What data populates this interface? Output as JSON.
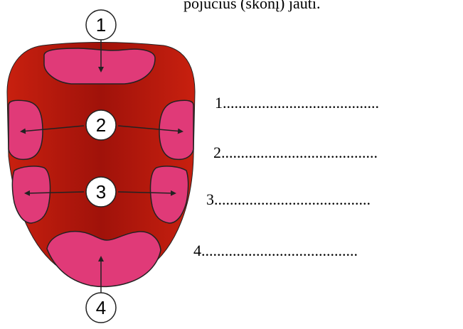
{
  "header": {
    "text": "pojūčius (skonį) jauti."
  },
  "tongue": {
    "base_color": "#c8200f",
    "center_color": "#a0120a",
    "zone_color": "#e03a78",
    "zone_stroke": "#222222",
    "markers": [
      {
        "id": "zone-1",
        "label": "1"
      },
      {
        "id": "zone-2",
        "label": "2"
      },
      {
        "id": "zone-3",
        "label": "3"
      },
      {
        "id": "zone-4",
        "label": "4"
      }
    ]
  },
  "answers": [
    {
      "text": "1........................................"
    },
    {
      "text": "2........................................"
    },
    {
      "text": "3........................................"
    },
    {
      "text": "4........................................"
    }
  ]
}
